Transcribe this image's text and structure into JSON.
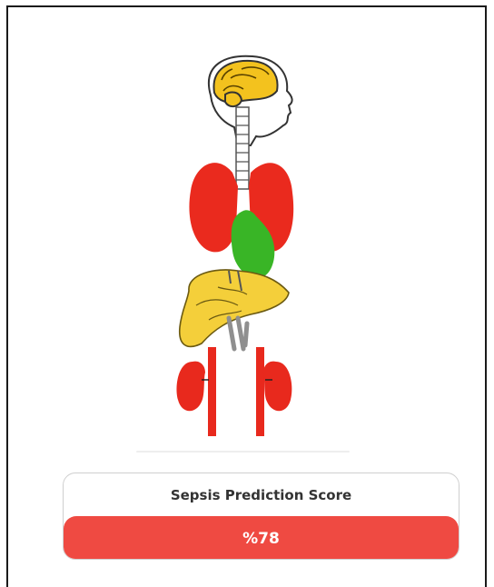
{
  "organs": {
    "brain": {
      "icon": "brain-icon",
      "color": "#f3c21e"
    },
    "lungs": {
      "icon": "lungs-icon",
      "color": "#ea2a1e"
    },
    "heart": {
      "icon": "heart-icon",
      "color": "#39b526"
    },
    "liver": {
      "icon": "liver-icon",
      "color": "#f4cf3a"
    },
    "kidneys": {
      "icon": "kidneys-icon",
      "color": "#e8291d"
    }
  },
  "score_card": {
    "title": "Sepsis Prediction Score",
    "value_label": "%78",
    "value_percent": 78,
    "bar_color": "#ef4a42"
  }
}
